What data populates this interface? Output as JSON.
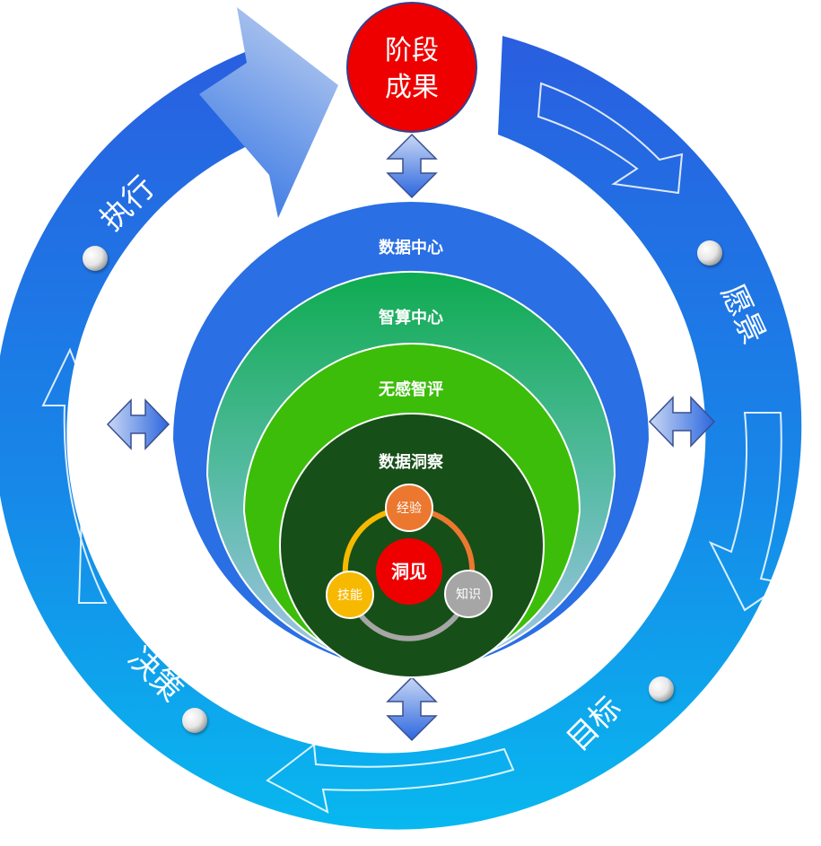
{
  "center_node": {
    "line1": "阶段",
    "line2": "成果"
  },
  "cycle": {
    "execute": "执行",
    "vision": "愿景",
    "goal": "目标",
    "decision": "决策"
  },
  "layers": {
    "data_center": "数据中心",
    "compute_center": "智算中心",
    "evaluation": "无感智评",
    "insight_layer": "数据洞察"
  },
  "core": {
    "insight": "洞见",
    "experience": "经验",
    "knowledge": "知识",
    "skill": "技能"
  },
  "colors": {
    "ring_dark": "#1f62e0",
    "ring_light": "#12b6ee",
    "result_red": "#ee0000",
    "data_center_blue": "#2a6fe3",
    "compute_green": "#12ad55",
    "eval_green": "#3cbd0a",
    "insight_dark": "#174f18",
    "experience_orange": "#ec7830",
    "knowledge_gray": "#a6a6a6",
    "skill_yellow": "#f7b900"
  }
}
